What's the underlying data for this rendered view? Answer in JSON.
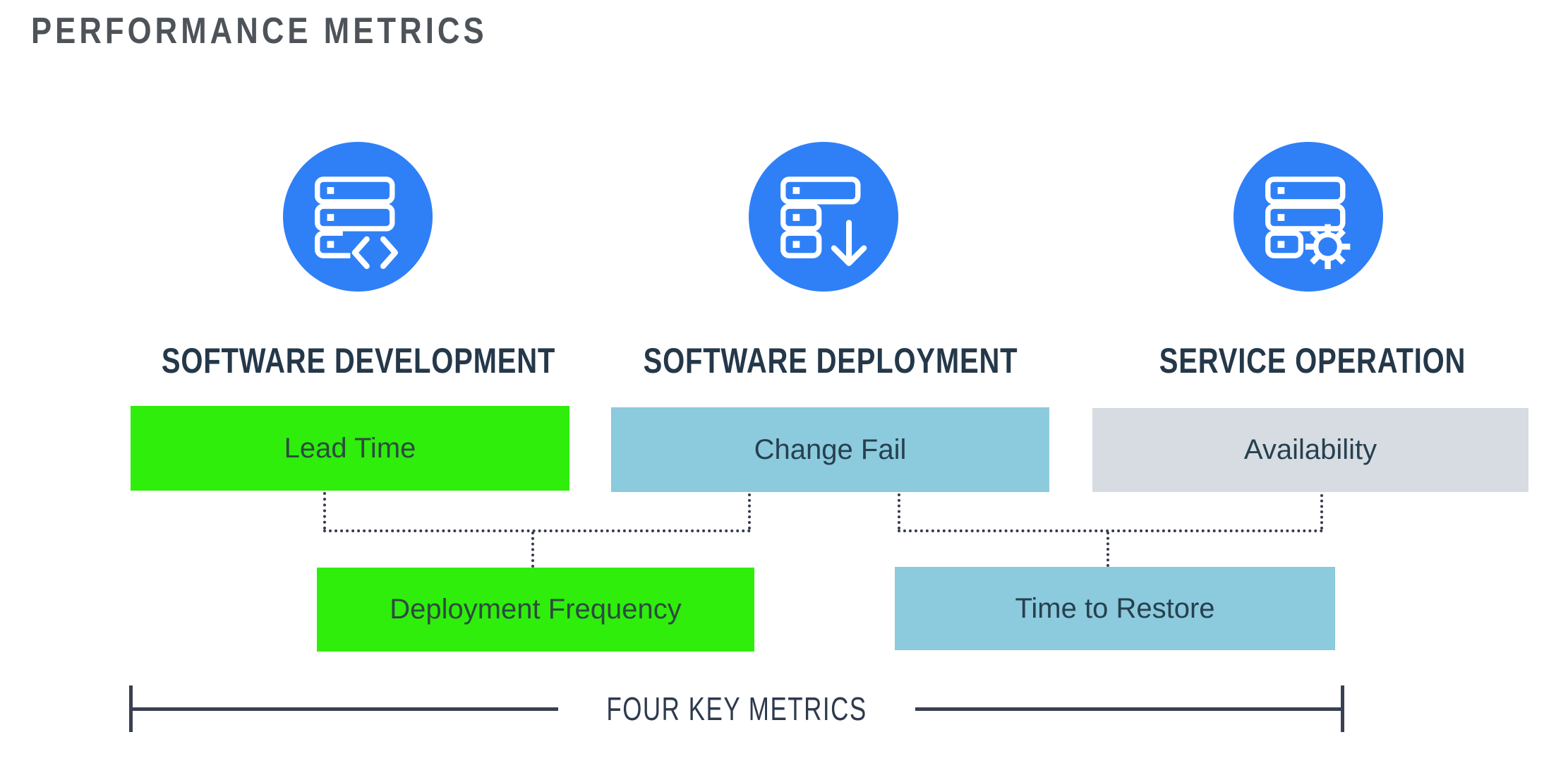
{
  "title": "PERFORMANCE METRICS",
  "columns": [
    {
      "label": "SOFTWARE DEVELOPMENT",
      "icon": "server-code-icon"
    },
    {
      "label": "SOFTWARE DEPLOYMENT",
      "icon": "server-download-icon"
    },
    {
      "label": "SERVICE OPERATION",
      "icon": "server-gear-icon"
    }
  ],
  "bars": {
    "lead_time": {
      "label": "Lead Time",
      "color": "#2fee0c"
    },
    "change_fail": {
      "label": "Change Fail",
      "color": "#8ccadd"
    },
    "availability": {
      "label": "Availability",
      "color": "#d7dce2"
    },
    "deployment_frequency": {
      "label": "Deployment Frequency",
      "color": "#2fee0c"
    },
    "time_to_restore": {
      "label": "Time to Restore",
      "color": "#8ccadd"
    }
  },
  "footer": {
    "label": "FOUR KEY METRICS"
  },
  "colors": {
    "icon_circle_blue": "#2f80f7",
    "green": "#2fee0c",
    "teal": "#8ccadd",
    "gray": "#d7dce2",
    "title_text": "#4d5359",
    "heading_text": "#24384a",
    "connector_dots": "#333a4d",
    "bracket": "#3a4052"
  }
}
